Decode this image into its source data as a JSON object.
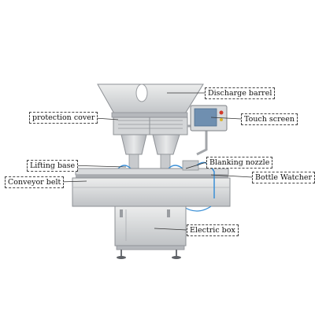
{
  "labels": {
    "discharge_barrel": "Discharge barrel",
    "protection_cover": "protection cover",
    "touch_screen": "Touch screen",
    "lifting_base": "Lifting base",
    "blanking_nozzle": "Blanking nozzle",
    "bottle_watcher": "Bottle Watcher",
    "conveyor_belt": "Conveyor belt",
    "electric_box": "Electric box"
  },
  "colors": {
    "steel_light": "#e2e3e5",
    "steel_mid": "#c4c6c9",
    "steel_dark": "#8e9196",
    "leader_line": "#333333",
    "screen": "#6f8fb0",
    "hose": "#3a8fd6"
  }
}
